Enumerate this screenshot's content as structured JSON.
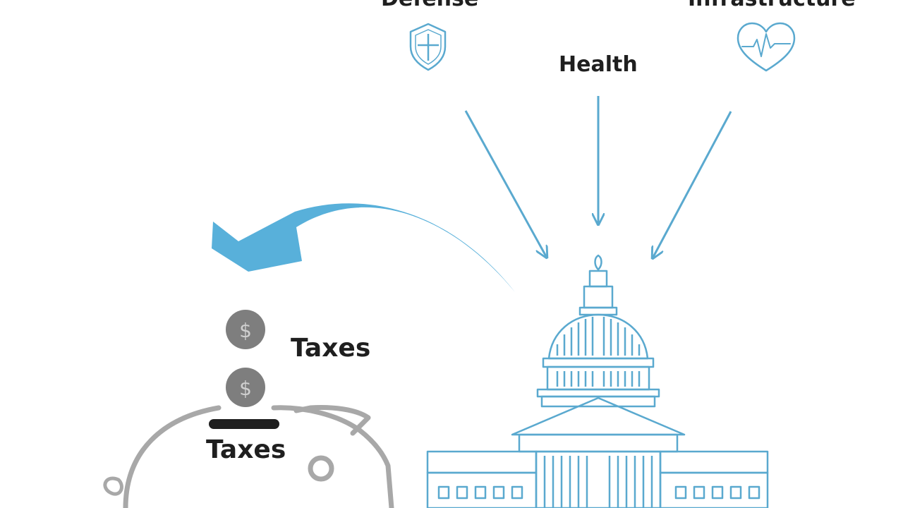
{
  "labels": {
    "defense": "Defense",
    "health": "Health",
    "infrastructure": "Infrastructure",
    "taxes_top": "Taxes",
    "taxes_bottom": "Taxes"
  },
  "coins": {
    "symbol": "$"
  },
  "colors": {
    "accent_blue": "#5aa9cf",
    "curved_arrow": "#58b0da",
    "coin_gray": "#7e7e7e",
    "piggy_gray": "#a8a8a8",
    "text": "#1f1f1f"
  },
  "icons": [
    "shield-icon",
    "heart-pulse-icon",
    "capitol-building-icon",
    "piggy-bank-icon",
    "coin-icon"
  ]
}
